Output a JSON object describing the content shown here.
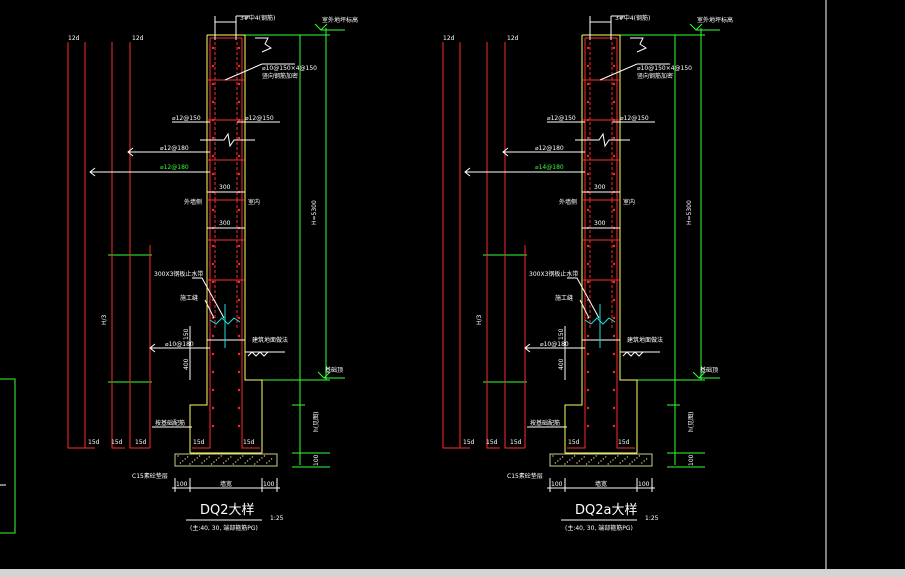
{
  "sheet": {
    "details": [
      {
        "id": "left",
        "title": "DQ2大样",
        "scale": "1:25",
        "note": "(主:40, 30, 端部箍筋PG)",
        "top_label": "3#中4(钢筋)",
        "ground_label": "室外地坪标高",
        "bottom_label": "基础顶",
        "labels": {
          "lap_length_top": "12d",
          "lap_length_top2": "12d",
          "rebar_top": "⌀12@150",
          "rebar_vertical_1": "⌀12@150",
          "rebar_vertical_2": "⌀12@180",
          "rebar_green": "⌀12@180",
          "stirrup_spec": "⌀10@150×4@150",
          "stirrup_note": "竖向钢筋加密",
          "dim_300_a": "300",
          "dim_300_b": "300",
          "outer_face": "外墙侧",
          "inner_face": "室内",
          "waterstop": "300X3钢板止水带",
          "construction_joint": "施工缝",
          "rebar_lower": "⌀10@180",
          "dim_150": "150",
          "dim_400": "400",
          "ground_note": "建筑地面做法",
          "height_total": "H=5300",
          "height_h3": "H/3",
          "height_h1": "h(见图)",
          "foundation_note": "按基础配筋",
          "anchor_1": "15d",
          "anchor_2": "15d",
          "anchor_3": "15d",
          "anchor_4": "15d",
          "anchor_5": "15d",
          "cushion": "C15素砼垫层",
          "dim_100_a": "100",
          "dim_100_b": "100",
          "dim_width": "墙宽",
          "dim_100_c": "100"
        }
      },
      {
        "id": "right",
        "title": "DQ2a大样",
        "scale": "1:25",
        "note": "(主:40, 30, 端部箍筋PG)",
        "top_label": "3#中4(钢筋)",
        "ground_label": "室外地坪标高",
        "bottom_label": "基础顶",
        "labels": {
          "lap_length_top": "12d",
          "lap_length_top2": "12d",
          "rebar_top": "⌀12@150",
          "rebar_vertical_1": "⌀12@150",
          "rebar_vertical_2": "⌀12@180",
          "rebar_green": "⌀14@180",
          "stirrup_spec": "⌀10@150×4@150",
          "stirrup_note": "竖向钢筋加密",
          "dim_300_a": "300",
          "dim_300_b": "300",
          "outer_face": "外墙侧",
          "inner_face": "室内",
          "waterstop": "300X3钢板止水带",
          "construction_joint": "施工缝",
          "rebar_lower": "⌀10@180",
          "dim_150": "150",
          "dim_400": "400",
          "ground_note": "建筑地面做法",
          "height_total": "H=5300",
          "height_h3": "H/3",
          "height_h1": "h(见图)",
          "foundation_note": "按基础配筋",
          "anchor_1": "15d",
          "anchor_2": "15d",
          "anchor_3": "15d",
          "anchor_4": "15d",
          "anchor_5": "15d",
          "cushion": "C15素砼垫层",
          "dim_100_a": "100",
          "dim_100_b": "100",
          "dim_width": "墙宽",
          "dim_100_c": "100"
        }
      }
    ]
  },
  "colors": {
    "background": "#000000",
    "rebar": "#ff2a2a",
    "concrete": "#ffff66",
    "dimension": "#33ff33",
    "text": "#ffffff",
    "leader": "#ffffff",
    "waterstop": "#22dddd",
    "cushion": "#cccc88",
    "frame": "#ffffff"
  }
}
